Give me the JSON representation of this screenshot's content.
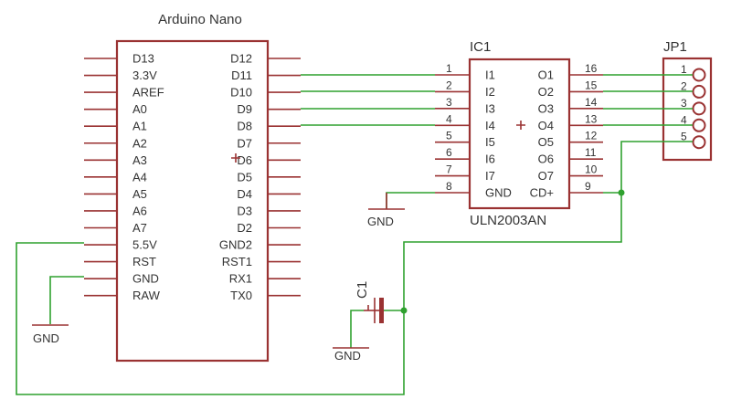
{
  "arduino": {
    "title": "Arduino Nano",
    "left_pins": [
      "D13",
      "3.3V",
      "AREF",
      "A0",
      "A1",
      "A2",
      "A3",
      "A4",
      "A5",
      "A6",
      "A7",
      "5.5V",
      "RST",
      "GND",
      "RAW"
    ],
    "right_pins": [
      "D12",
      "D11",
      "D10",
      "D9",
      "D8",
      "D7",
      "D6",
      "D5",
      "D4",
      "D3",
      "D2",
      "GND2",
      "RST1",
      "RX1",
      "TX0"
    ]
  },
  "ic1": {
    "name": "IC1",
    "part": "ULN2003AN",
    "left_pins": [
      {
        "num": "1",
        "label": "I1"
      },
      {
        "num": "2",
        "label": "I2"
      },
      {
        "num": "3",
        "label": "I3"
      },
      {
        "num": "4",
        "label": "I4"
      },
      {
        "num": "5",
        "label": "I5"
      },
      {
        "num": "6",
        "label": "I6"
      },
      {
        "num": "7",
        "label": "I7"
      },
      {
        "num": "8",
        "label": "GND"
      }
    ],
    "right_pins": [
      {
        "num": "16",
        "label": "O1"
      },
      {
        "num": "15",
        "label": "O2"
      },
      {
        "num": "14",
        "label": "O3"
      },
      {
        "num": "13",
        "label": "O4"
      },
      {
        "num": "12",
        "label": "O5"
      },
      {
        "num": "11",
        "label": "O6"
      },
      {
        "num": "10",
        "label": "O7"
      },
      {
        "num": "9",
        "label": "CD+"
      }
    ]
  },
  "jp1": {
    "name": "JP1",
    "pins": [
      "1",
      "2",
      "3",
      "4",
      "5"
    ]
  },
  "c1": {
    "name": "C1"
  },
  "ground_labels": {
    "ic": "GND",
    "arduino": "GND",
    "cap": "GND"
  },
  "colors": {
    "component": "#9a3232",
    "wire": "#2fa12f",
    "text": "#333333"
  }
}
